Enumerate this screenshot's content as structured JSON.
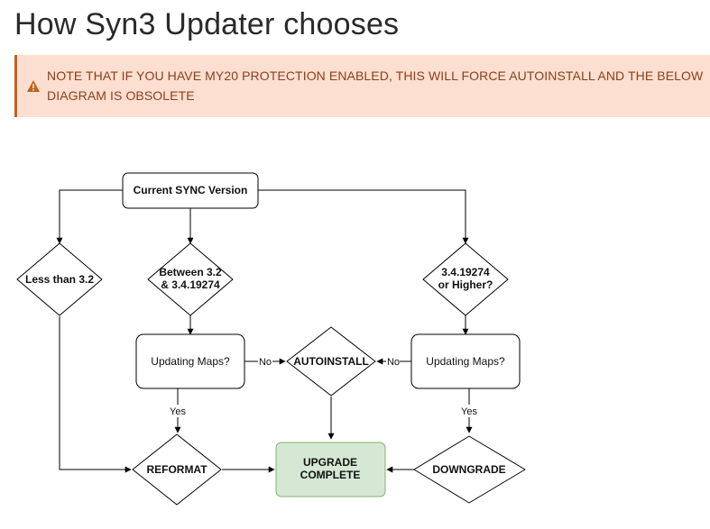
{
  "page": {
    "title": "How Syn3 Updater chooses"
  },
  "warning": {
    "icon": "warning-triangle-icon",
    "text": "NOTE THAT IF YOU HAVE MY20 PROTECTION ENABLED, THIS WILL FORCE AUTOINSTALL AND THE BELOW DIAGRAM IS OBSOLETE",
    "background": "#fcdfd0",
    "accent": "#c0621d",
    "text_color": "#8a3f1a"
  },
  "diagram": {
    "nodes": {
      "start": {
        "label": "Current SYNC Version"
      },
      "less": {
        "label": "Less than 3.2"
      },
      "between": {
        "line1": "Between 3.2",
        "line2": "& 3.4.19274"
      },
      "higher": {
        "line1": "3.4.19274",
        "line2": "or Higher?"
      },
      "maps_left": {
        "label": "Updating Maps?"
      },
      "maps_right": {
        "label": "Updating Maps?"
      },
      "autoinstall": {
        "label": "AUTOINSTALL"
      },
      "reformat": {
        "label": "REFORMAT"
      },
      "complete": {
        "line1": "UPGRADE",
        "line2": "COMPLETE",
        "fill": "#d5e8d4",
        "stroke": "#82b366"
      },
      "downgrade": {
        "label": "DOWNGRADE"
      }
    },
    "edges": {
      "maps_left_no": "No",
      "maps_right_no": "No",
      "maps_left_yes": "Yes",
      "maps_right_yes": "Yes"
    }
  }
}
